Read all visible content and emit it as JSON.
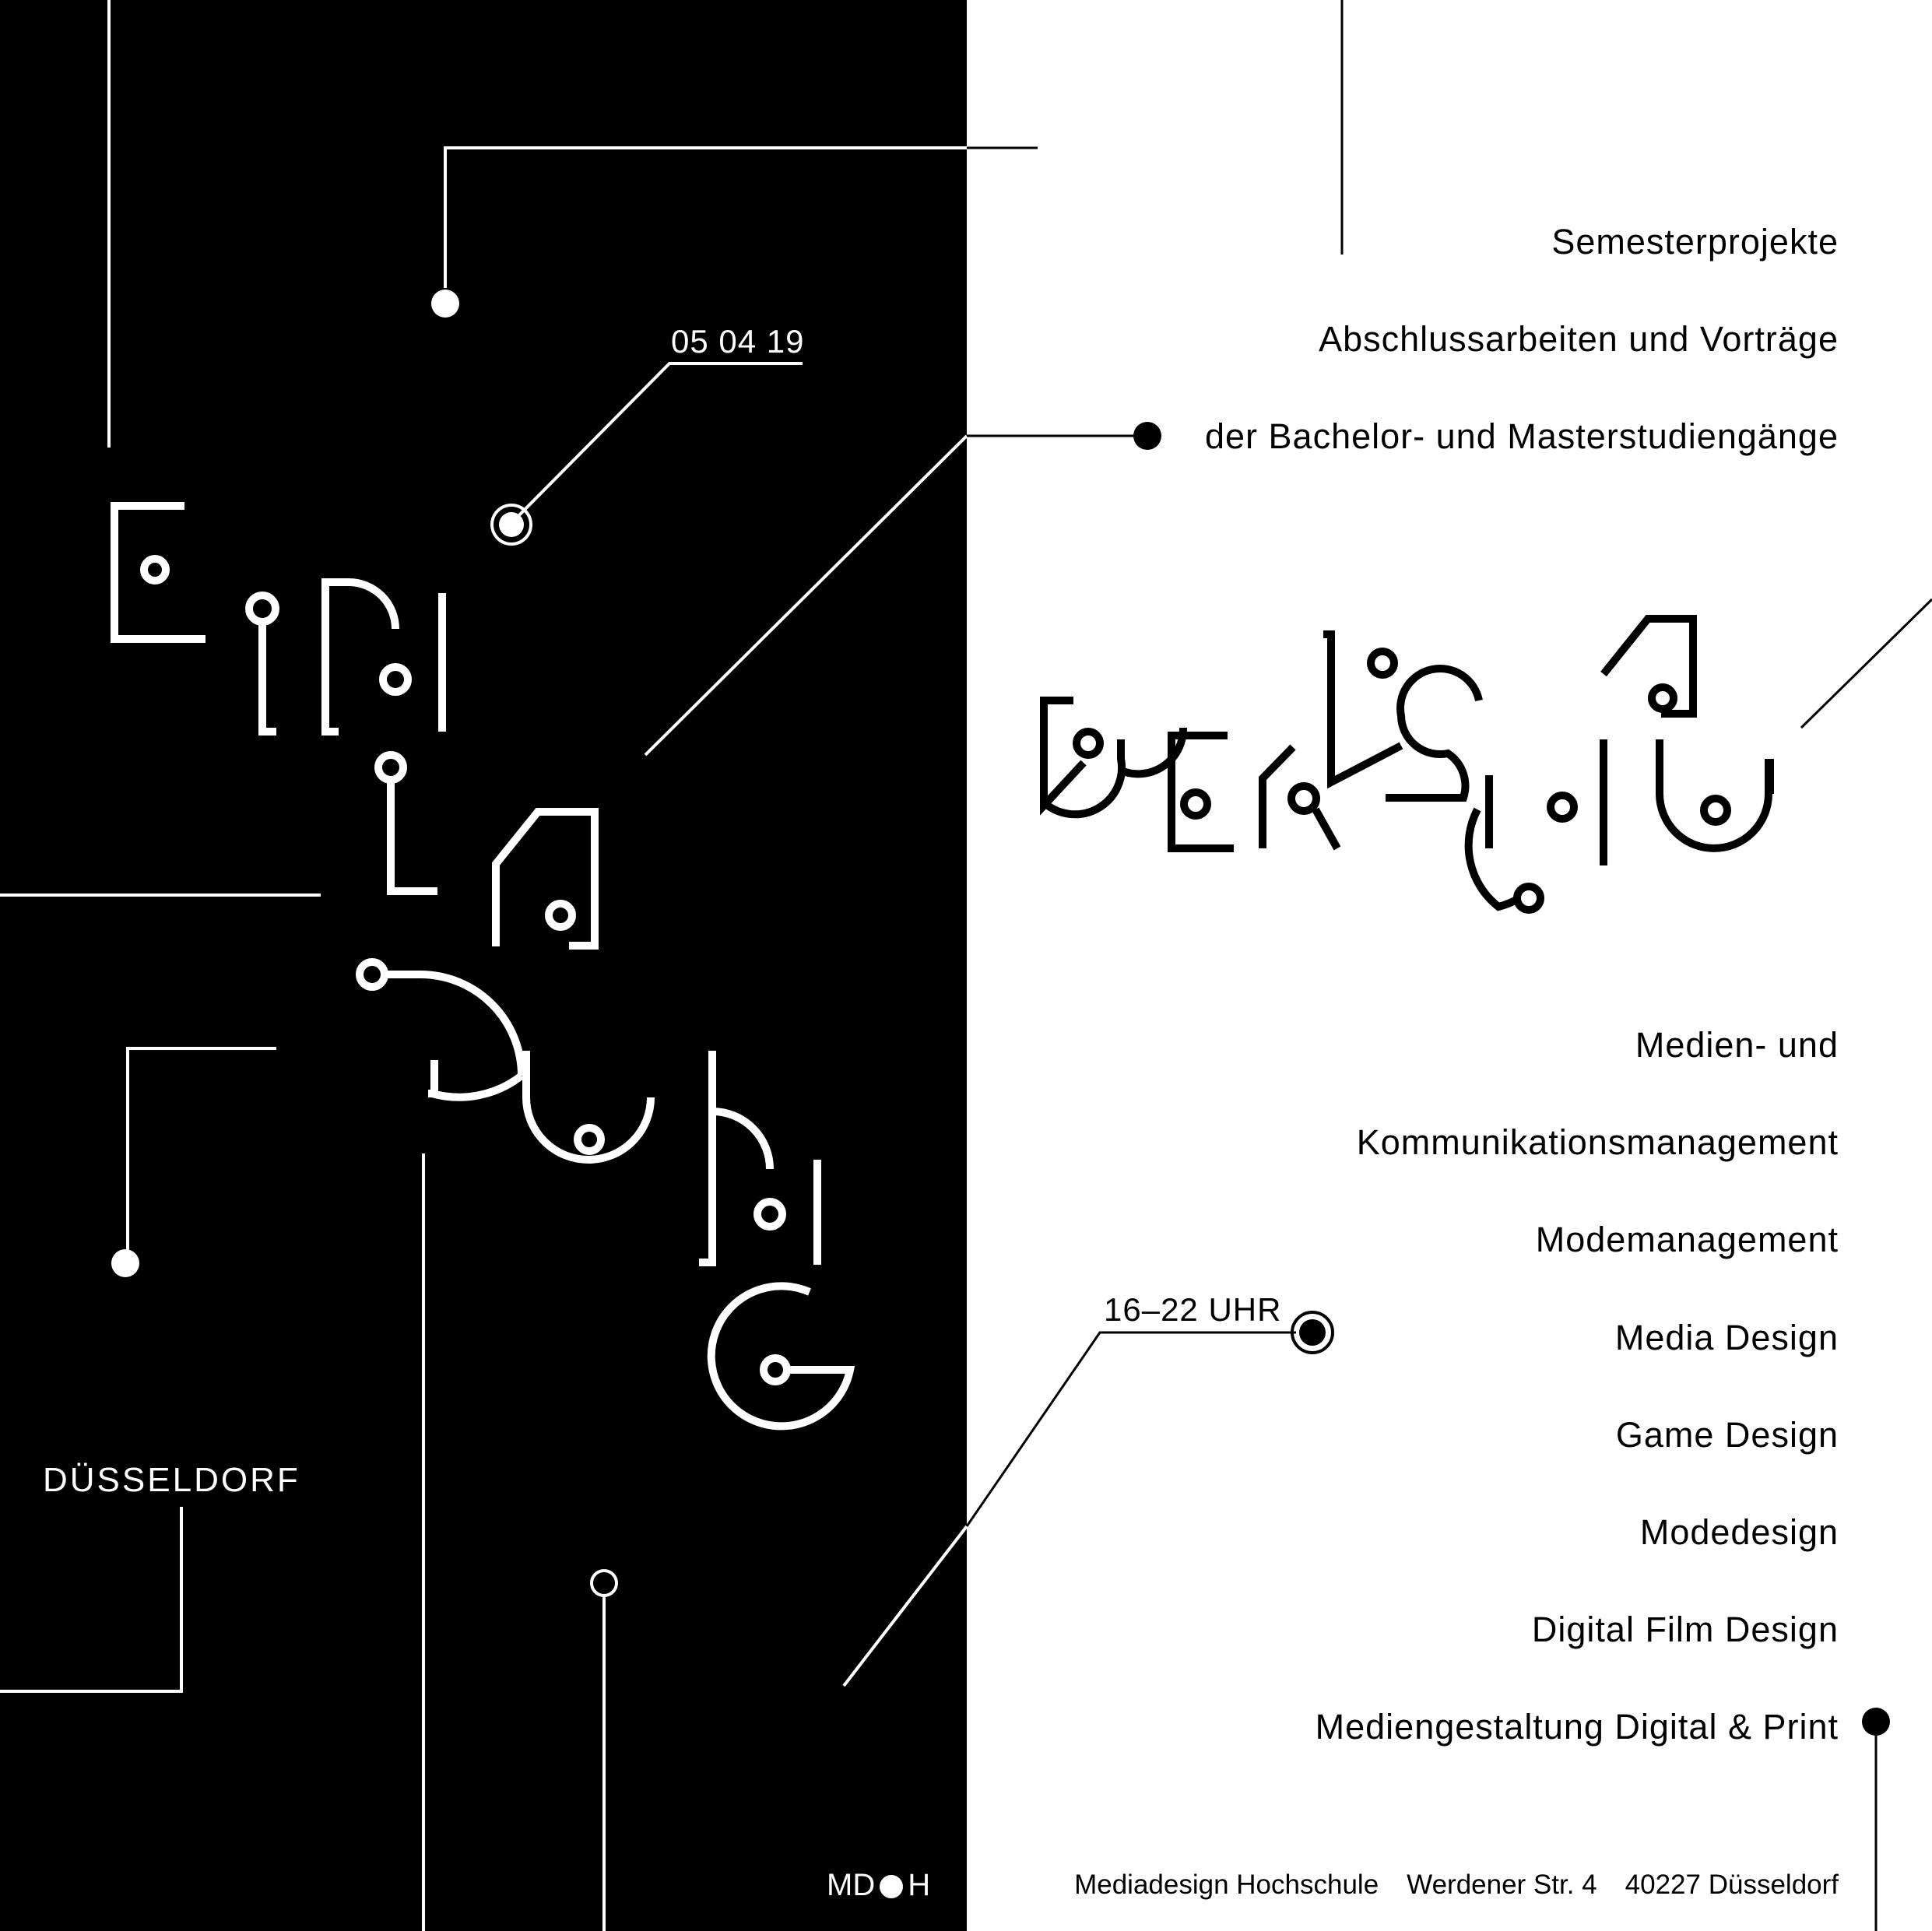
{
  "date": "05 04 19",
  "city": "DÜSSELDORF",
  "time": "16–22 UHR",
  "logo": {
    "left": "MD",
    "right": "H"
  },
  "description": {
    "line1": "Semesterprojekte",
    "line2": "Abschlussarbeiten und Vorträge",
    "line3": "der Bachelor- und Masterstudiengänge"
  },
  "programs": [
    "Medien- und",
    "Kommunikationsmanagement",
    "Modemanagement",
    "Media Design",
    "Game Design",
    "Modedesign",
    "Digital Film Design",
    "Mediengestaltung Digital & Print"
  ],
  "footer": {
    "school": "Mediadesign Hochschule",
    "street": "Werdener Str. 4",
    "city": "40227 Düsseldorf"
  },
  "lettering": {
    "left_title": "EINLADUNG",
    "right_title": "WERKSCHAU"
  },
  "colors": {
    "dark": "#000000",
    "light": "#ffffff"
  }
}
